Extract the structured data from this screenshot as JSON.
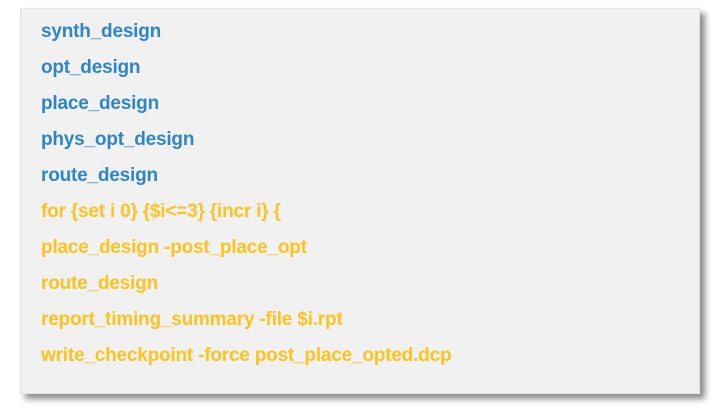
{
  "code_block": {
    "colors": {
      "blue": "#2e86c8",
      "yellow": "#fec31e",
      "panel_background": "#f1f1f1"
    },
    "lines": [
      {
        "text": "synth_design",
        "color": "blue"
      },
      {
        "text": "opt_design",
        "color": "blue"
      },
      {
        "text": "place_design",
        "color": "blue"
      },
      {
        "text": "phys_opt_design",
        "color": "blue"
      },
      {
        "text": "route_design",
        "color": "blue"
      },
      {
        "text": "for {set i 0} {$i<=3} {incr i} {",
        "color": "yellow"
      },
      {
        "text": "place_design -post_place_opt",
        "color": "yellow"
      },
      {
        "text": "route_design",
        "color": "yellow"
      },
      {
        "text": "report_timing_summary -file $i.rpt",
        "color": "yellow"
      },
      {
        "text": "write_checkpoint -force post_place_opted.dcp",
        "color": "yellow"
      }
    ]
  }
}
